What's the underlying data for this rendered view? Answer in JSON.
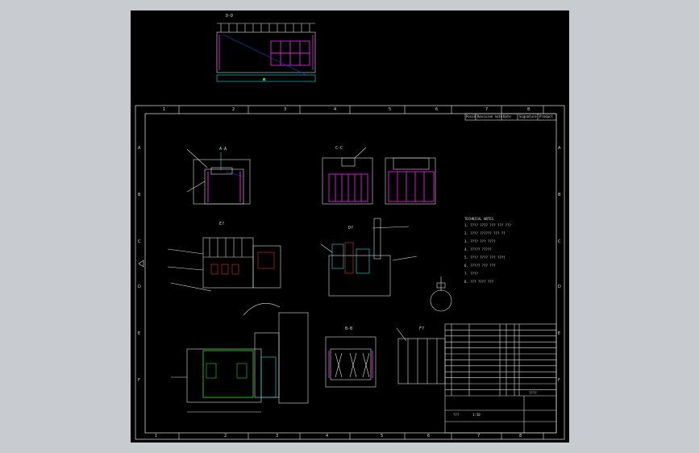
{
  "drawing": {
    "view_labels": {
      "dd": "D-D",
      "aa": "A-A",
      "cc": "C-C",
      "e": "E?",
      "d": "D?",
      "bb": "B-B",
      "f": "F?"
    },
    "grid_top": [
      "1",
      "2",
      "3",
      "4",
      "5",
      "6",
      "7",
      "8"
    ],
    "grid_bottom": [
      "1",
      "2",
      "3",
      "4",
      "5",
      "6",
      "7",
      "8"
    ],
    "grid_rows": [
      "A",
      "B",
      "C",
      "D",
      "E",
      "F"
    ],
    "revision_header": [
      "Posid",
      "Revision note",
      "Date",
      "Signature",
      "Product"
    ],
    "notes_title": "TECHNICAL NOTES",
    "notes": [
      "1. ???? ???? ??? ??? ???",
      "2. ???? ?????? ??? ??",
      "3. ???? ??? ????",
      "4. ????? ?????",
      "5. ???? ???? ??? ????",
      "6. ????? ??? ???",
      "7. ????",
      "8. ??? ???? ???"
    ],
    "title_block": {
      "rows": [
        "",
        "",
        "",
        "",
        "",
        "",
        "",
        "",
        "",
        "",
        "",
        ""
      ],
      "owner": "????",
      "drawing_no": "???",
      "scale": "1:50"
    }
  },
  "colors": {
    "sheet_bg": "#000000",
    "outer_bg": "#c8ccd1",
    "frame": "#e6e6e6",
    "magenta": "#e020e0",
    "cyan": "#20e0e0",
    "red": "#e03030",
    "green": "#20d020",
    "blue": "#2040e0"
  }
}
